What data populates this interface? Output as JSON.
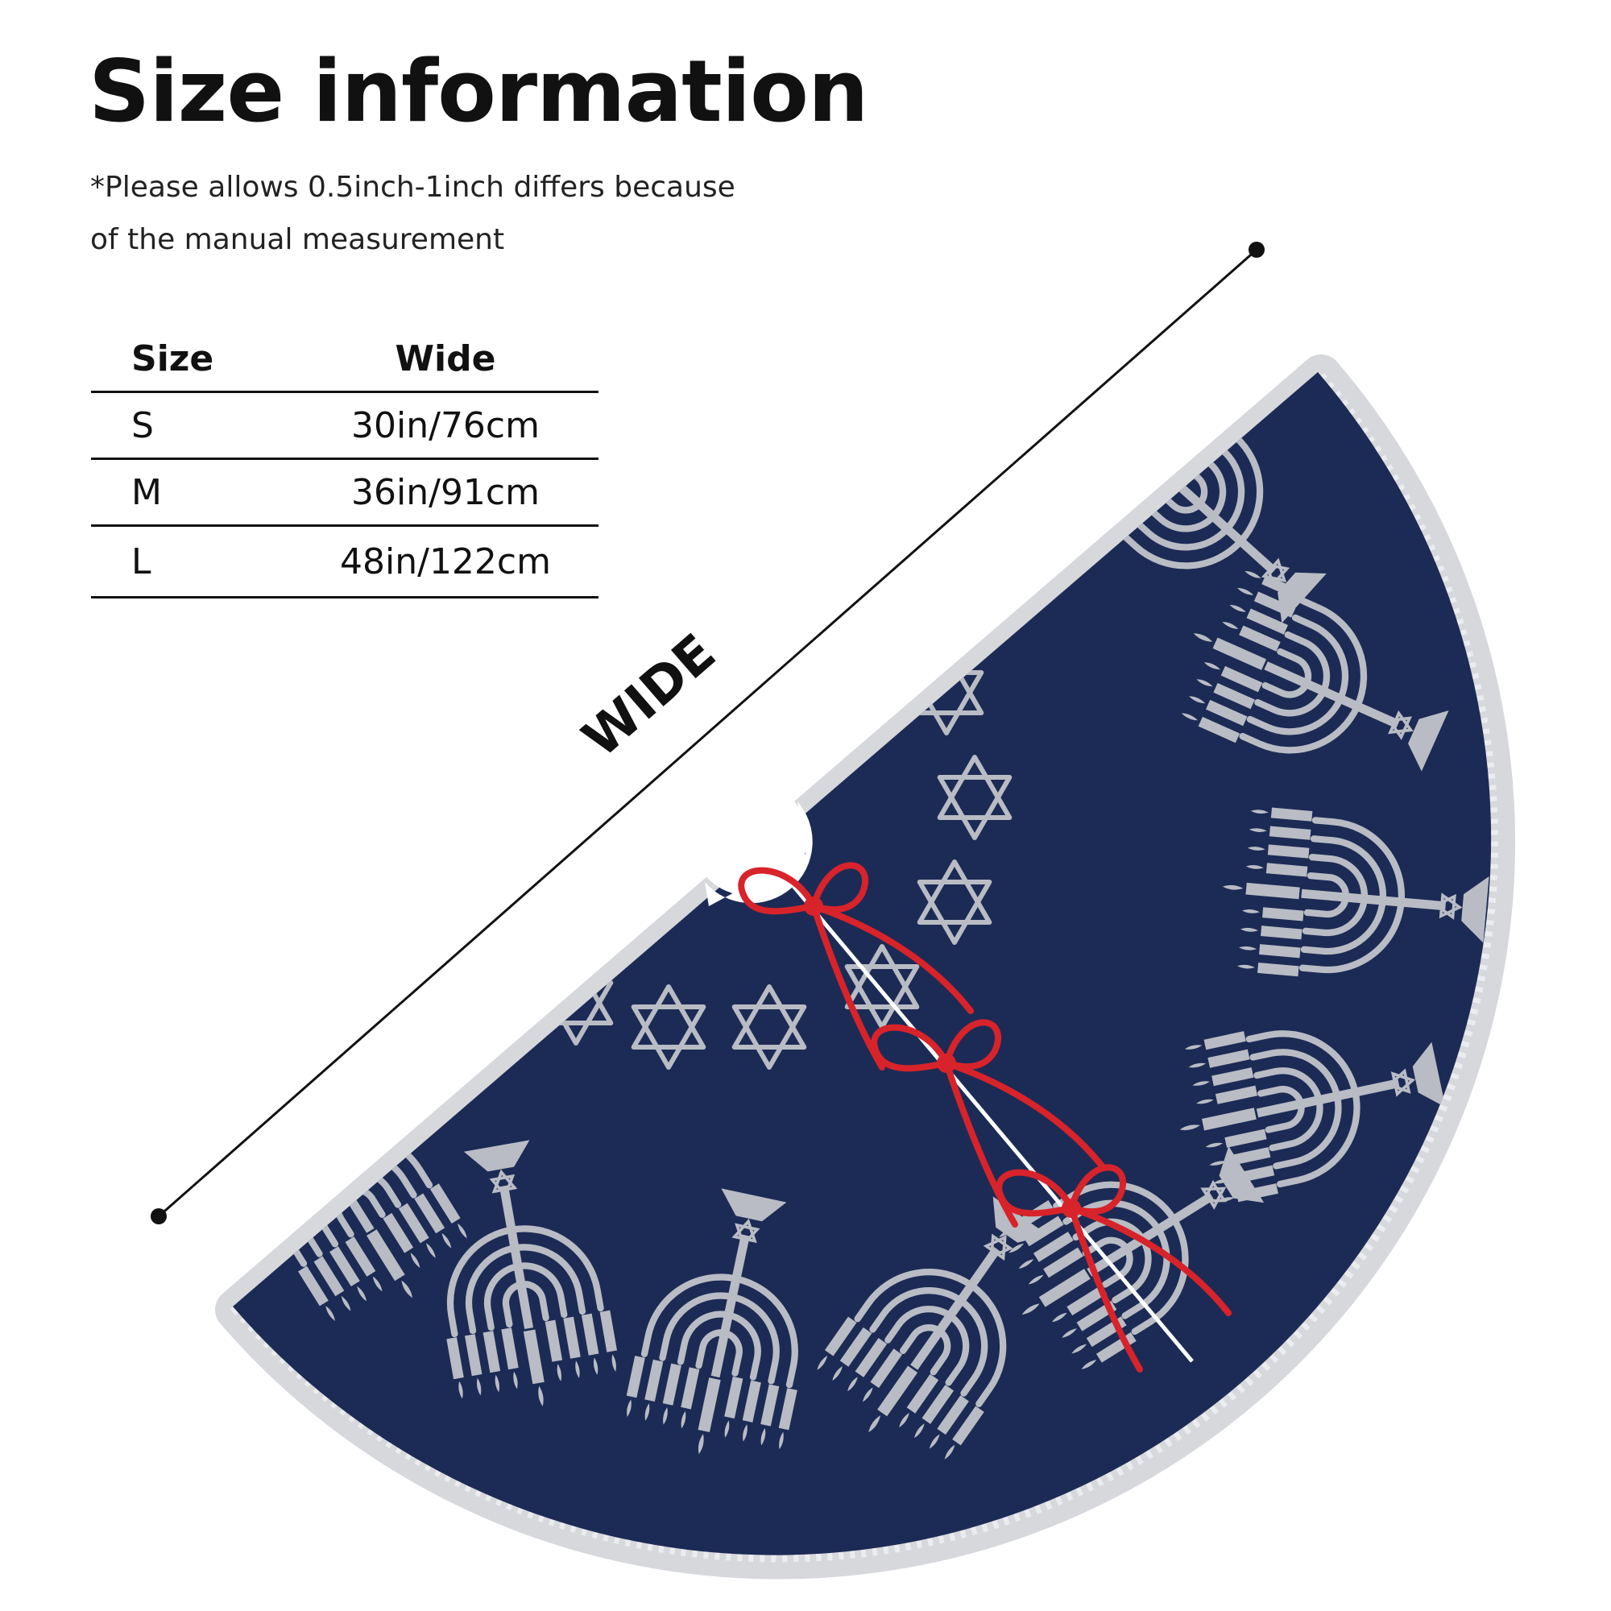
{
  "heading": "Size information",
  "note": {
    "line1": "*Please allows 0.5inch-1inch differs because",
    "line2": "of the manual measurement"
  },
  "size_table": {
    "headers": [
      "Size",
      "Wide"
    ],
    "rows": [
      {
        "size": "S",
        "wide": "30in/76cm"
      },
      {
        "size": "M",
        "wide": "36in/91cm"
      },
      {
        "size": "L",
        "wide": "48in/122cm"
      }
    ]
  },
  "measure_label": "WIDE",
  "colors": {
    "skirt_navy": "#1c2b55",
    "pattern_silver": "#b9bcc4",
    "fringe": "#d7d8dc",
    "ribbon_red": "#d8232a",
    "text": "#111111"
  },
  "icons": [
    "menorah-icon",
    "star-of-david-icon",
    "red-ribbon-bow-icon"
  ]
}
